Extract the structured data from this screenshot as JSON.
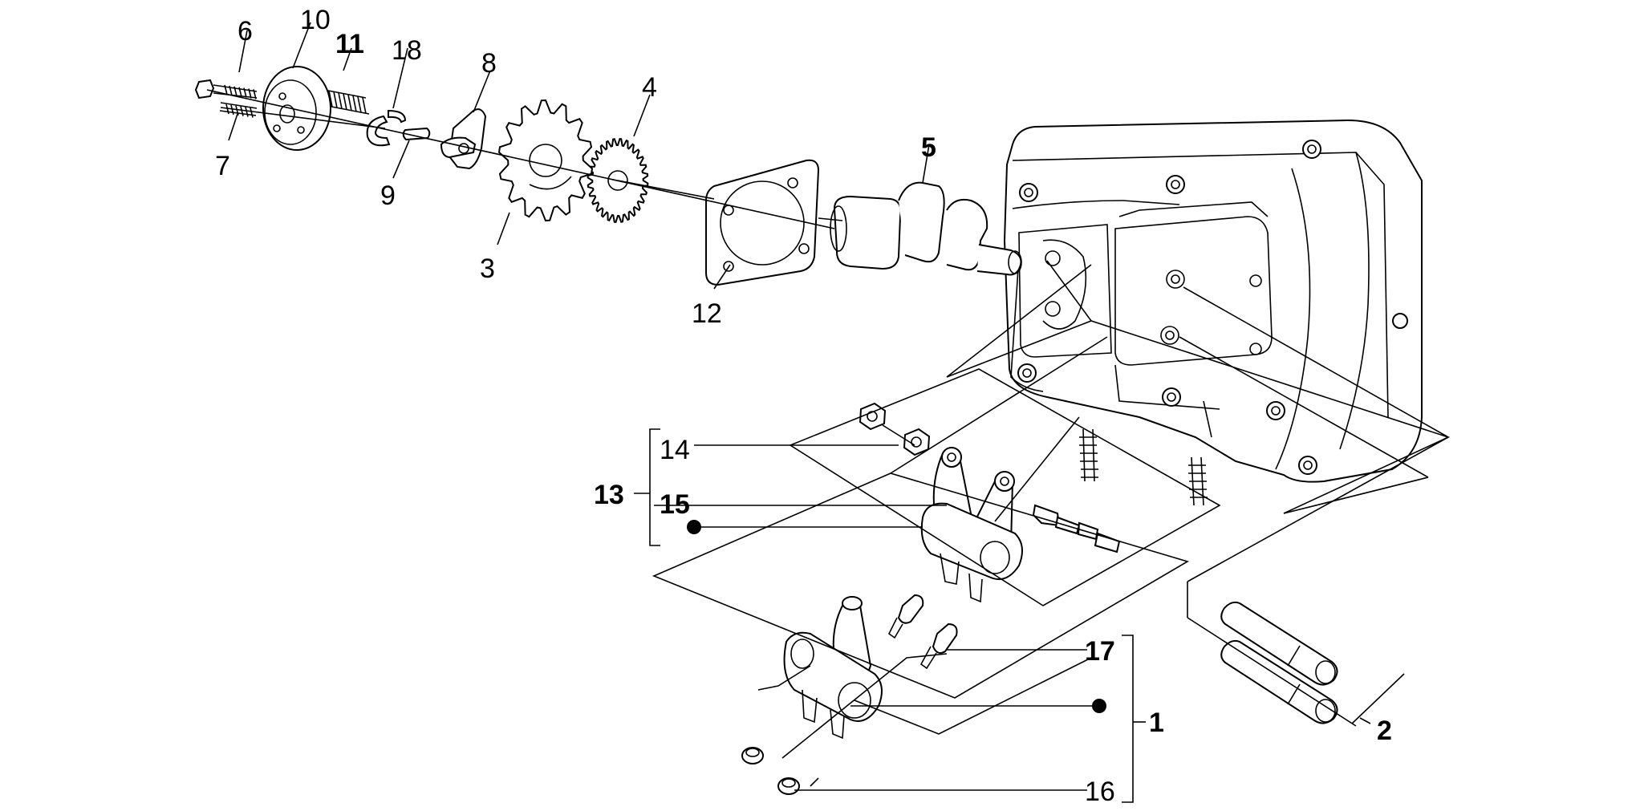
{
  "part_labels": {
    "p1": "1",
    "p2": "2",
    "p3": "3",
    "p4": "4",
    "p5": "5",
    "p6": "6",
    "p7": "7",
    "p8": "8",
    "p9": "9",
    "p10": "10",
    "p11": "11",
    "p12": "12",
    "p13": "13",
    "p14": "14",
    "p15": "15",
    "p16": "16",
    "p17": "17",
    "p18": "18"
  }
}
